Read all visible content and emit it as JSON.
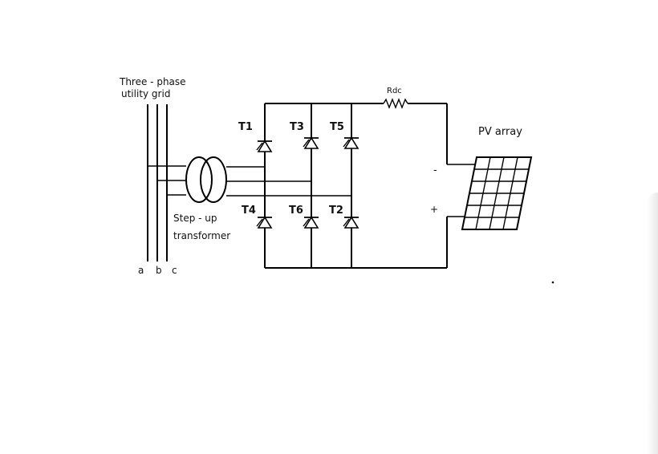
{
  "diagram": {
    "grid_label_line1": "Three - phase",
    "grid_label_line2": "utility grid",
    "phase_labels": [
      "a",
      "b",
      "c"
    ],
    "transformer_label_line1": "Step - up",
    "transformer_label_line2": "transformer",
    "thyristors": {
      "t1": "T1",
      "t3": "T3",
      "t5": "T5",
      "t4": "T4",
      "t6": "T6",
      "t2": "T2"
    },
    "resistor_label": "Rdc",
    "minus_sign": "-",
    "plus_sign": "+",
    "pv_label": "PV array"
  }
}
